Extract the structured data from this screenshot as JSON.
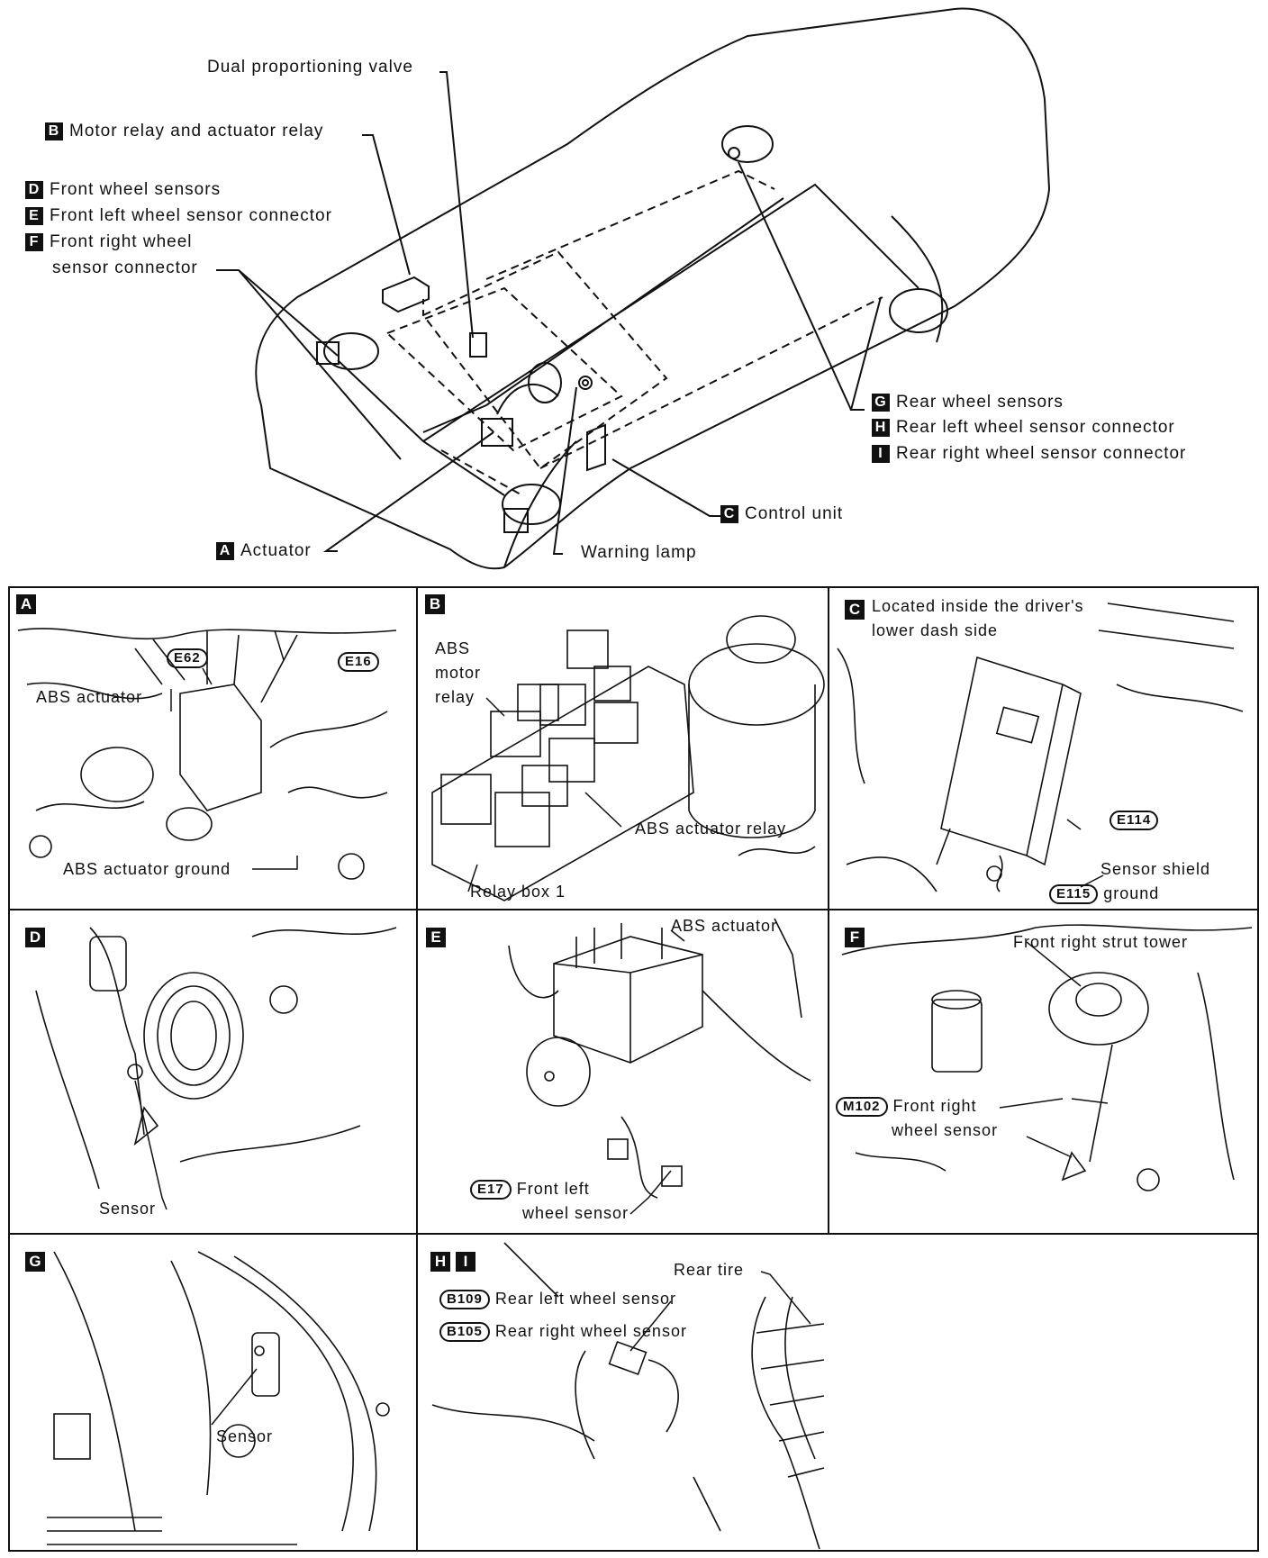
{
  "overview": {
    "labels": {
      "dual_valve": "Dual proportioning valve",
      "motor_relay": "Motor relay and actuator relay",
      "front_sensors": "Front wheel sensors",
      "front_left_conn": "Front left wheel sensor connector",
      "front_right_conn_1": "Front right wheel",
      "front_right_conn_2": "sensor connector",
      "rear_sensors": "Rear wheel sensors",
      "rear_left_conn": "Rear left wheel sensor connector",
      "rear_right_conn": "Rear right wheel sensor connector",
      "control_unit": "Control unit",
      "actuator": "Actuator",
      "warning_lamp": "Warning lamp"
    },
    "keys": {
      "a": "A",
      "b": "B",
      "c": "C",
      "d": "D",
      "e": "E",
      "f": "F",
      "g": "G",
      "h": "H",
      "i": "I"
    }
  },
  "panels": {
    "a": {
      "key": "A",
      "e62": "E62",
      "e16": "E16",
      "abs_actuator": "ABS actuator",
      "ground": "ABS actuator ground"
    },
    "b": {
      "key": "B",
      "motor_relay_1": "ABS",
      "motor_relay_2": "motor",
      "motor_relay_3": "relay",
      "actuator_relay": "ABS actuator relay",
      "relay_box": "Relay box 1"
    },
    "c": {
      "key": "C",
      "located_1": "Located inside the driver's",
      "located_2": "lower dash side",
      "e114": "E114",
      "e115": "E115",
      "shield_1": "Sensor shield",
      "shield_2": "ground"
    },
    "d": {
      "key": "D",
      "sensor": "Sensor"
    },
    "e": {
      "key": "E",
      "abs_actuator": "ABS actuator",
      "e17": "E17",
      "fl_1": "Front left",
      "fl_2": "wheel sensor"
    },
    "f": {
      "key": "F",
      "strut": "Front right strut tower",
      "m102": "M102",
      "fr_1": "Front right",
      "fr_2": "wheel sensor"
    },
    "g": {
      "key": "G",
      "sensor": "Sensor"
    },
    "hi": {
      "key_h": "H",
      "key_i": "I",
      "rear_tire": "Rear tire",
      "b109": "B109",
      "rl": "Rear left wheel sensor",
      "b105": "B105",
      "rr": "Rear right wheel sensor"
    }
  }
}
